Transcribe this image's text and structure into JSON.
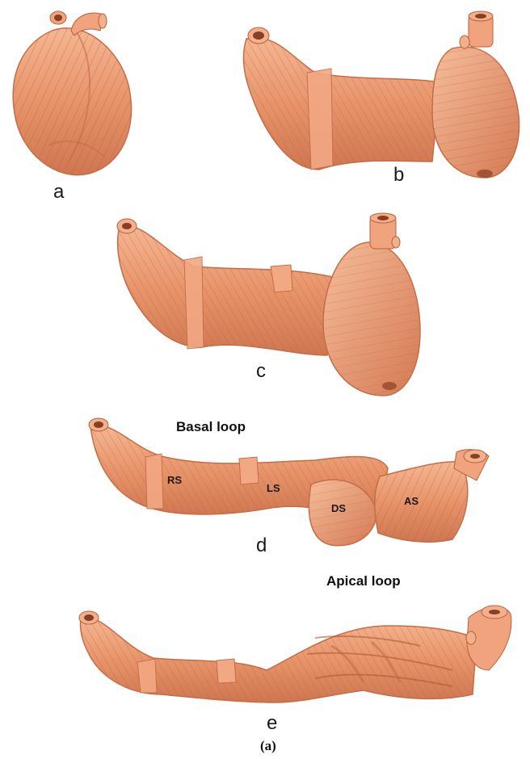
{
  "panels": {
    "a": "a",
    "b": "b",
    "c": "c",
    "d": "d",
    "e": "e"
  },
  "loops": {
    "basal": "Basal loop",
    "apical": "Apical loop"
  },
  "segments": {
    "rs": "RS",
    "ls": "LS",
    "ds": "DS",
    "as": "AS"
  },
  "caption": "(a)",
  "colors": {
    "muscle": "#e8946a",
    "muscle_light": "#f3b08c",
    "muscle_dark": "#c56d48",
    "fiber": "#b9603d"
  }
}
